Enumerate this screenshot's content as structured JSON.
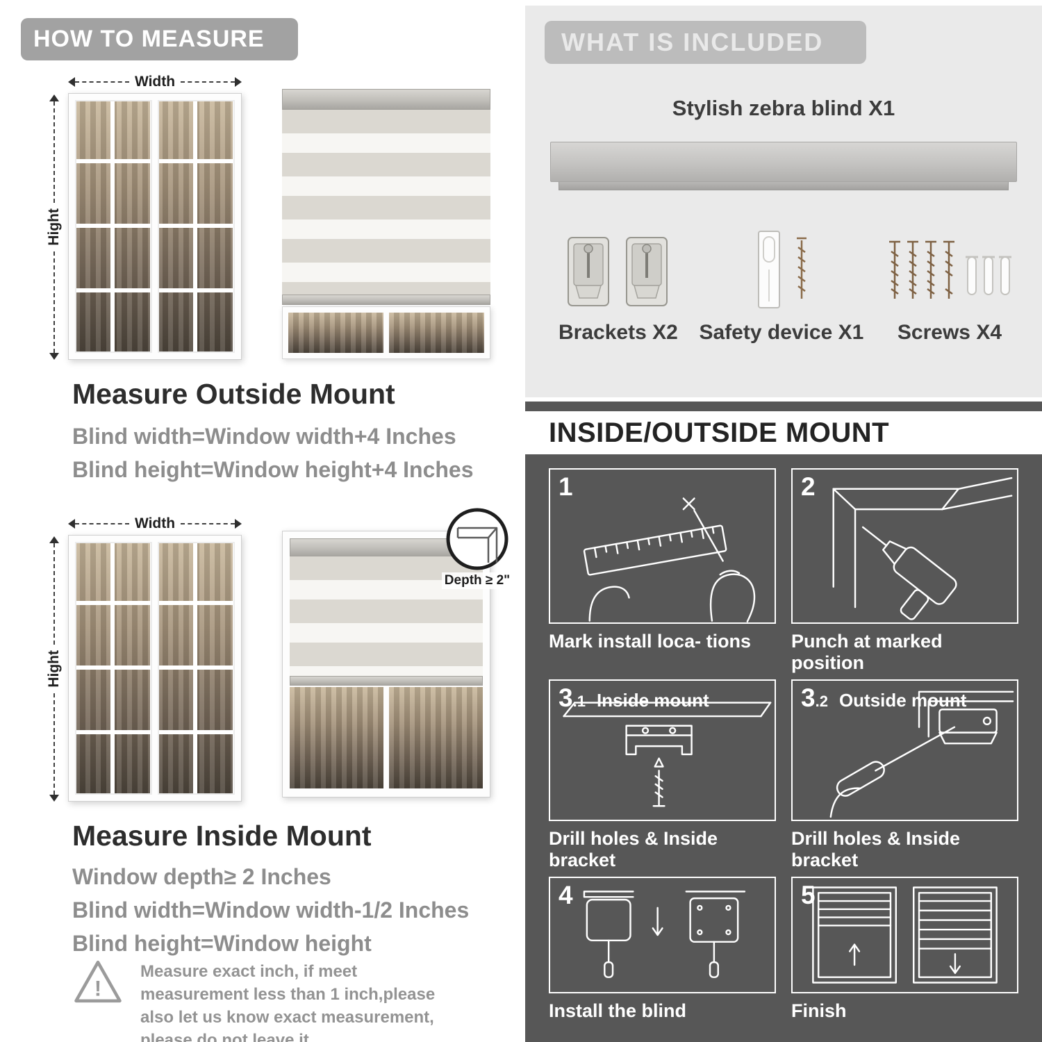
{
  "colors": {
    "badge_gray": "#a2a2a2",
    "included_bg": "#eaeaea",
    "dark_bg": "#575757",
    "heading_text": "#2d2d2d",
    "muted_text": "#8d8d8d",
    "caption_white": "#ffffff"
  },
  "left": {
    "header": "HOW TO MEASURE",
    "outside": {
      "width_label": "Width",
      "height_label": "Hight",
      "heading": "Measure Outside Mount",
      "lines": [
        "Blind width=Window width+4 Inches",
        "Blind height=Window height+4 Inches"
      ]
    },
    "inside": {
      "width_label": "Width",
      "height_label": "Hight",
      "depth_note": "Depth ≥ 2\"",
      "heading": "Measure Inside Mount",
      "lines": [
        "Window depth≥ 2 Inches",
        "Blind width=Window width-1/2 Inches",
        "Blind height=Window height"
      ]
    },
    "warning": {
      "mark": "!",
      "text": "Measure exact inch, if meet measurement less than 1 inch,please also let us know exact measurement, please do not leave it"
    }
  },
  "right": {
    "included": {
      "header": "WHAT IS INCLUDED",
      "blind_label": "Stylish zebra blind X1",
      "items": [
        {
          "label": "Brackets X2"
        },
        {
          "label": "Safety device X1"
        },
        {
          "label": "Screws X4"
        }
      ]
    },
    "mount": {
      "header": "INSIDE/OUTSIDE MOUNT",
      "steps": [
        {
          "num": "1",
          "sub": "",
          "title": "",
          "caption": "Mark install loca- tions"
        },
        {
          "num": "2",
          "sub": "",
          "title": "",
          "caption": "Punch at  marked position"
        },
        {
          "num": "3",
          "sub": ".1",
          "title": "Inside mount",
          "caption": "Drill holes &  Inside bracket"
        },
        {
          "num": "3",
          "sub": ".2",
          "title": "Outside mount",
          "caption": "Drill holes &  Inside bracket"
        },
        {
          "num": "4",
          "sub": "",
          "title": "",
          "caption": "Install the blind"
        },
        {
          "num": "5",
          "sub": "",
          "title": "",
          "caption": "Finish"
        }
      ]
    }
  }
}
